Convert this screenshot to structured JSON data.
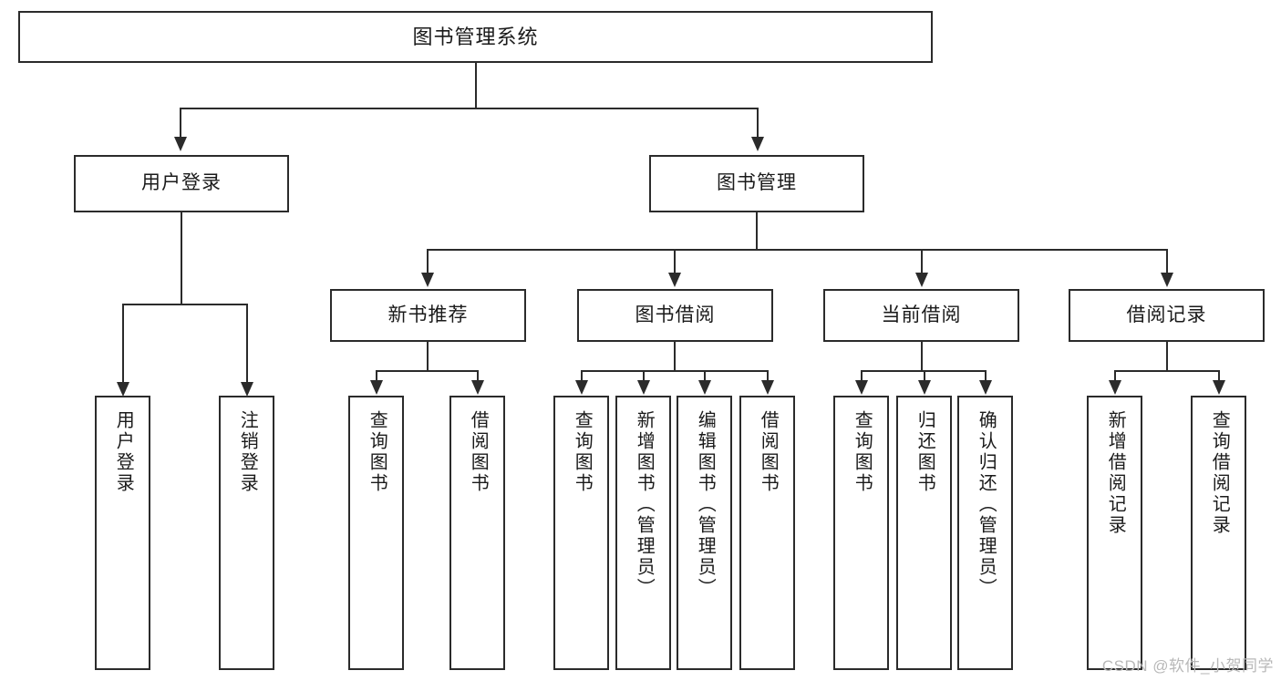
{
  "diagram": {
    "title": "图书管理系统",
    "type": "tree-hierarchy",
    "watermark": "CSDN @软件_小贺同学",
    "colors": {
      "line": "#2b2b2b",
      "box_border": "#2b2b2b",
      "box_fill": "#ffffff",
      "text": "#1a1a1a",
      "watermark": "#b8b8b8"
    },
    "nodes": {
      "root": {
        "label": "图书管理系统"
      },
      "level2": [
        {
          "id": "user-login",
          "label": "用户登录"
        },
        {
          "id": "book-manage",
          "label": "图书管理"
        }
      ],
      "level3": [
        {
          "id": "new-book-recommend",
          "label": "新书推荐"
        },
        {
          "id": "book-borrow",
          "label": "图书借阅"
        },
        {
          "id": "current-borrow",
          "label": "当前借阅"
        },
        {
          "id": "borrow-record",
          "label": "借阅记录"
        }
      ],
      "leaves": {
        "user_login": [
          {
            "id": "leaf-user-login",
            "label": "用户登录"
          },
          {
            "id": "leaf-logout-login",
            "label": "注销登录"
          }
        ],
        "new_book_recommend": [
          {
            "id": "leaf-query-book-1",
            "label": "查询图书"
          },
          {
            "id": "leaf-borrow-book-1",
            "label": "借阅图书"
          }
        ],
        "book_borrow": [
          {
            "id": "leaf-query-book-2",
            "label": "查询图书"
          },
          {
            "id": "leaf-add-book",
            "label": "新增图书（管理员）"
          },
          {
            "id": "leaf-edit-book",
            "label": "编辑图书（管理员）"
          },
          {
            "id": "leaf-borrow-book-2",
            "label": "借阅图书"
          }
        ],
        "current_borrow": [
          {
            "id": "leaf-query-book-3",
            "label": "查询图书"
          },
          {
            "id": "leaf-return-book",
            "label": "归还图书"
          },
          {
            "id": "leaf-confirm-return",
            "label": "确认归还（管理员）"
          }
        ],
        "borrow_record": [
          {
            "id": "leaf-add-borrow-record",
            "label": "新增借阅记录"
          },
          {
            "id": "leaf-query-borrow-record",
            "label": "查询借阅记录"
          }
        ]
      }
    }
  }
}
